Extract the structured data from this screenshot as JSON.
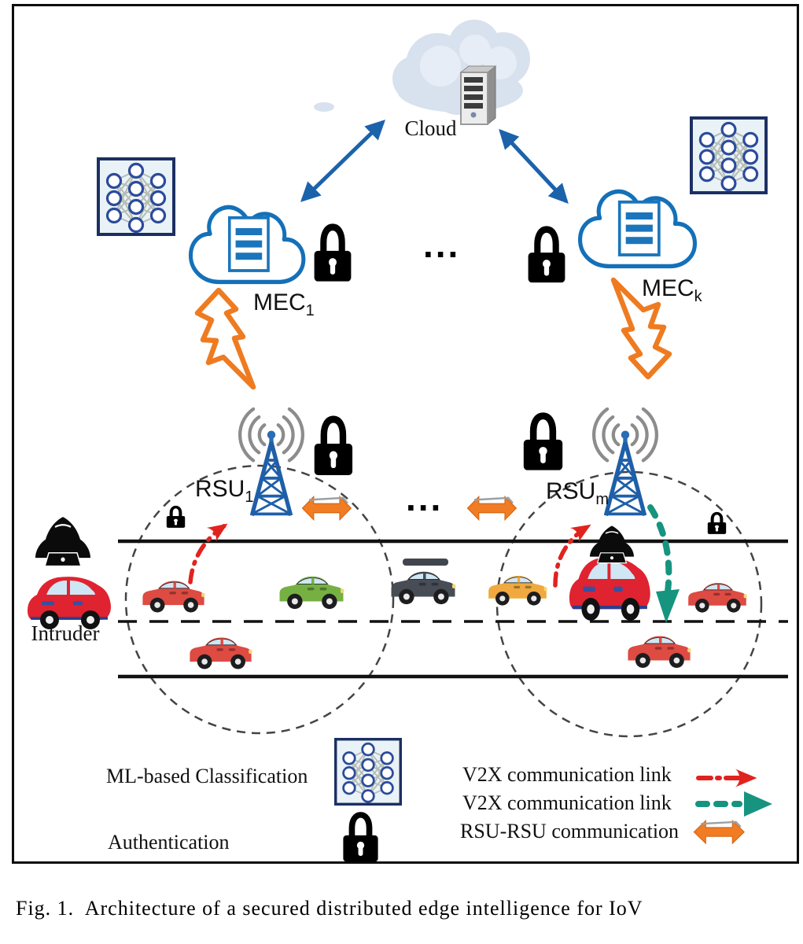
{
  "figure": {
    "caption": "Fig. 1.  Architecture of a secured distributed edge intelligence for IoV"
  },
  "diagram": {
    "cloud_label": "Cloud",
    "mec1": {
      "base": "MEC",
      "sub": "1"
    },
    "meck": {
      "base": "MEC",
      "sub": "k"
    },
    "rsu1": {
      "base": "RSU",
      "sub": "1"
    },
    "rsum": {
      "base": "RSU",
      "sub": "m"
    },
    "intruder_label": "Intruder",
    "mec_ellipsis": "...",
    "rsu_ellipsis": "..."
  },
  "legend": {
    "items": [
      {
        "label": "ML-based Classification",
        "icon": "neural-network-icon"
      },
      {
        "label": "Authentication",
        "icon": "padlock-icon"
      },
      {
        "label": "V2X communication link",
        "icon": "red-dashdot-arrow"
      },
      {
        "label": "V2X communication link",
        "icon": "teal-dashed-arrow"
      },
      {
        "label": "RSU-RSU communication",
        "icon": "orange-double-arrow"
      }
    ]
  },
  "colors": {
    "mec_cloud_outline": "#1470b8",
    "document_bar_blue": "#1b75bc",
    "cloud_link_blue": "#1b62ab",
    "lightning_orange": "#ef7b21",
    "rsu_arrow_orange": "#f07c24",
    "v2x_red": "#e0231e",
    "v2x_teal": "#17947f",
    "padlock_black": "#000000",
    "tower_blue": "#1f5fa8",
    "wifi_gray": "#8c8c8c",
    "coverage_dash_gray": "#444444",
    "nn_node_blue": "#2b4b9b",
    "nn_background": "#e9f2f6",
    "top_cloud_fill": "#d8e1ee"
  },
  "vehicles": [
    {
      "name": "intruder-car-left",
      "color": "#e02330"
    },
    {
      "name": "sedan-red-lane1",
      "color": "#dd4b43"
    },
    {
      "name": "sedan-green",
      "color": "#76b043"
    },
    {
      "name": "suv-dark",
      "color": "#474c55"
    },
    {
      "name": "sedan-yellow",
      "color": "#efa93e"
    },
    {
      "name": "intruder-car-right",
      "color": "#e02330"
    },
    {
      "name": "sedan-red-right",
      "color": "#dd4b43"
    },
    {
      "name": "sedan-red-lane2-left",
      "color": "#dd4b43"
    },
    {
      "name": "sedan-red-lane2-right",
      "color": "#dd4b43"
    }
  ]
}
